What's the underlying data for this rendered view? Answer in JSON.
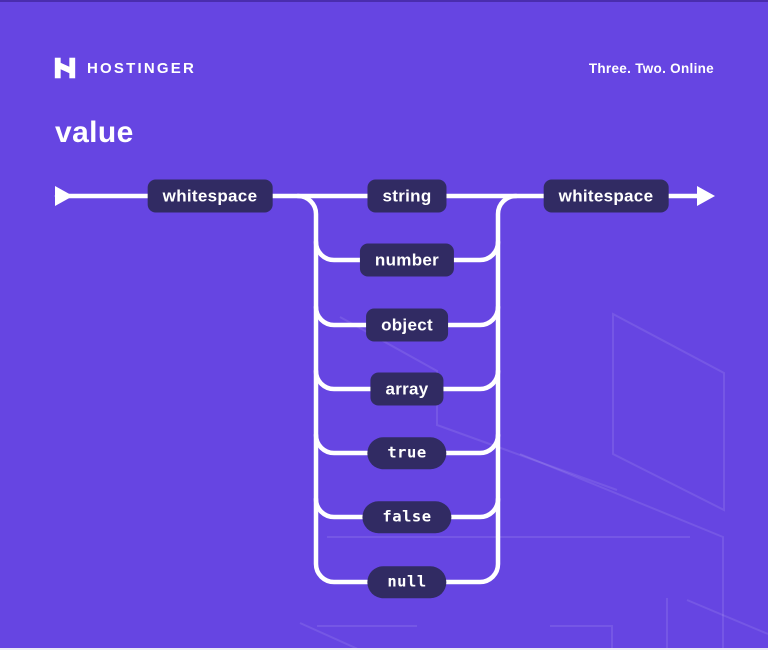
{
  "header": {
    "brand": "HOSTINGER",
    "tagline": "Three. Two. Online"
  },
  "title": "value",
  "diagram": {
    "start": {
      "label": "whitespace",
      "kind": "nonterminal"
    },
    "end": {
      "label": "whitespace",
      "kind": "nonterminal"
    },
    "branches": [
      {
        "label": "string",
        "kind": "nonterminal"
      },
      {
        "label": "number",
        "kind": "nonterminal"
      },
      {
        "label": "object",
        "kind": "nonterminal"
      },
      {
        "label": "array",
        "kind": "nonterminal"
      },
      {
        "label": "true",
        "kind": "terminal"
      },
      {
        "label": "false",
        "kind": "terminal"
      },
      {
        "label": "null",
        "kind": "terminal"
      }
    ]
  },
  "icons": {
    "logo": "hostinger-h-icon",
    "entry": "arrow-right-icon",
    "exit": "arrow-right-icon"
  },
  "colors": {
    "background": "#6645E2",
    "node_fill": "#312B63",
    "line": "#FFFFFF",
    "pattern_line": "rgba(255,255,255,0.10)",
    "text": "#FFFFFF"
  }
}
